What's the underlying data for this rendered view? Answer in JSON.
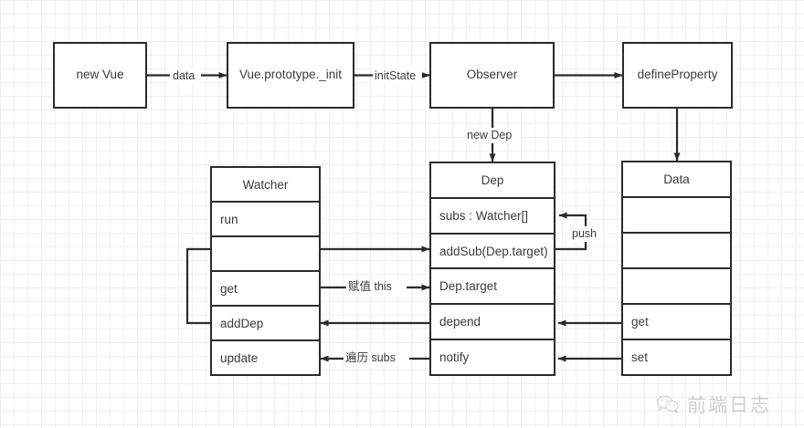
{
  "diagram": {
    "title": "Vue reactivity flow diagram",
    "boxes": [
      {
        "id": "new-vue",
        "label": "new Vue"
      },
      {
        "id": "vue-prototype-init",
        "label": "Vue.prototype._init"
      },
      {
        "id": "observer",
        "label": "Observer"
      },
      {
        "id": "define-property",
        "label": "defineProperty"
      }
    ],
    "edge_labels": [
      {
        "id": "data",
        "label": "data"
      },
      {
        "id": "init-state",
        "label": "initState"
      },
      {
        "id": "new-dep",
        "label": "new Dep"
      },
      {
        "id": "push",
        "label": "push"
      },
      {
        "id": "assign-this",
        "label": "赋值 this"
      },
      {
        "id": "traverse-subs",
        "label": "遍历 subs"
      }
    ],
    "tables": [
      {
        "id": "watcher",
        "header": "Watcher",
        "rows": [
          "run",
          "",
          "get",
          "addDep",
          "update"
        ]
      },
      {
        "id": "dep",
        "header": "Dep",
        "rows": [
          "subs : Watcher[]",
          "addSub(Dep.target)",
          "Dep.target",
          "depend",
          "notify"
        ]
      },
      {
        "id": "data",
        "header": "Data",
        "rows": [
          "",
          "",
          "",
          "get",
          "set"
        ]
      }
    ]
  },
  "watermark": {
    "text": "前端日志",
    "icon": "wechat-icon"
  },
  "colors": {
    "stroke": "#2b2b2b",
    "text": "#3b3b3b",
    "grid_minor": "#f0f0f0",
    "grid_major": "#e4e4e4",
    "background": "#ffffff"
  }
}
